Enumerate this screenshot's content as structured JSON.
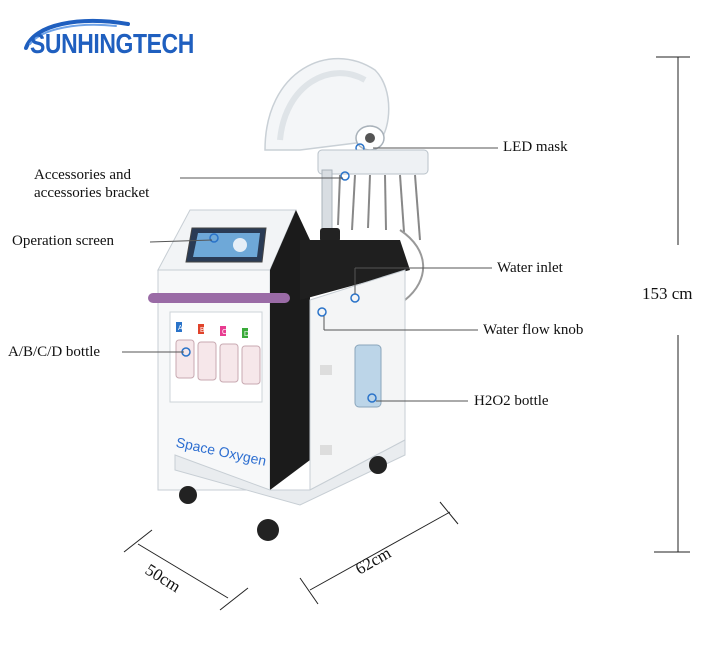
{
  "brand": {
    "logo_text": "SUNHINGTECH"
  },
  "machine": {
    "panel_text": "Space Oxygen",
    "bottle_letters": [
      "A",
      "B",
      "C",
      "D"
    ]
  },
  "callouts": {
    "led_mask": "LED mask",
    "accessories_line1": "Accessories and",
    "accessories_line2": "accessories bracket",
    "operation_screen": "Operation screen",
    "water_inlet": "Water inlet",
    "water_flow_knob": "Water flow knob",
    "abcd_bottle": "A/B/C/D bottle",
    "h2o2_bottle": "H2O2 bottle"
  },
  "dimensions": {
    "height": "153 cm",
    "depth": "50cm",
    "width": "62cm"
  },
  "colors": {
    "logo": "#1f5fbf",
    "panel_text": "#2e6fd1",
    "machine_black": "#1b1b1b",
    "bottle_purple": "#9a6ba6"
  }
}
